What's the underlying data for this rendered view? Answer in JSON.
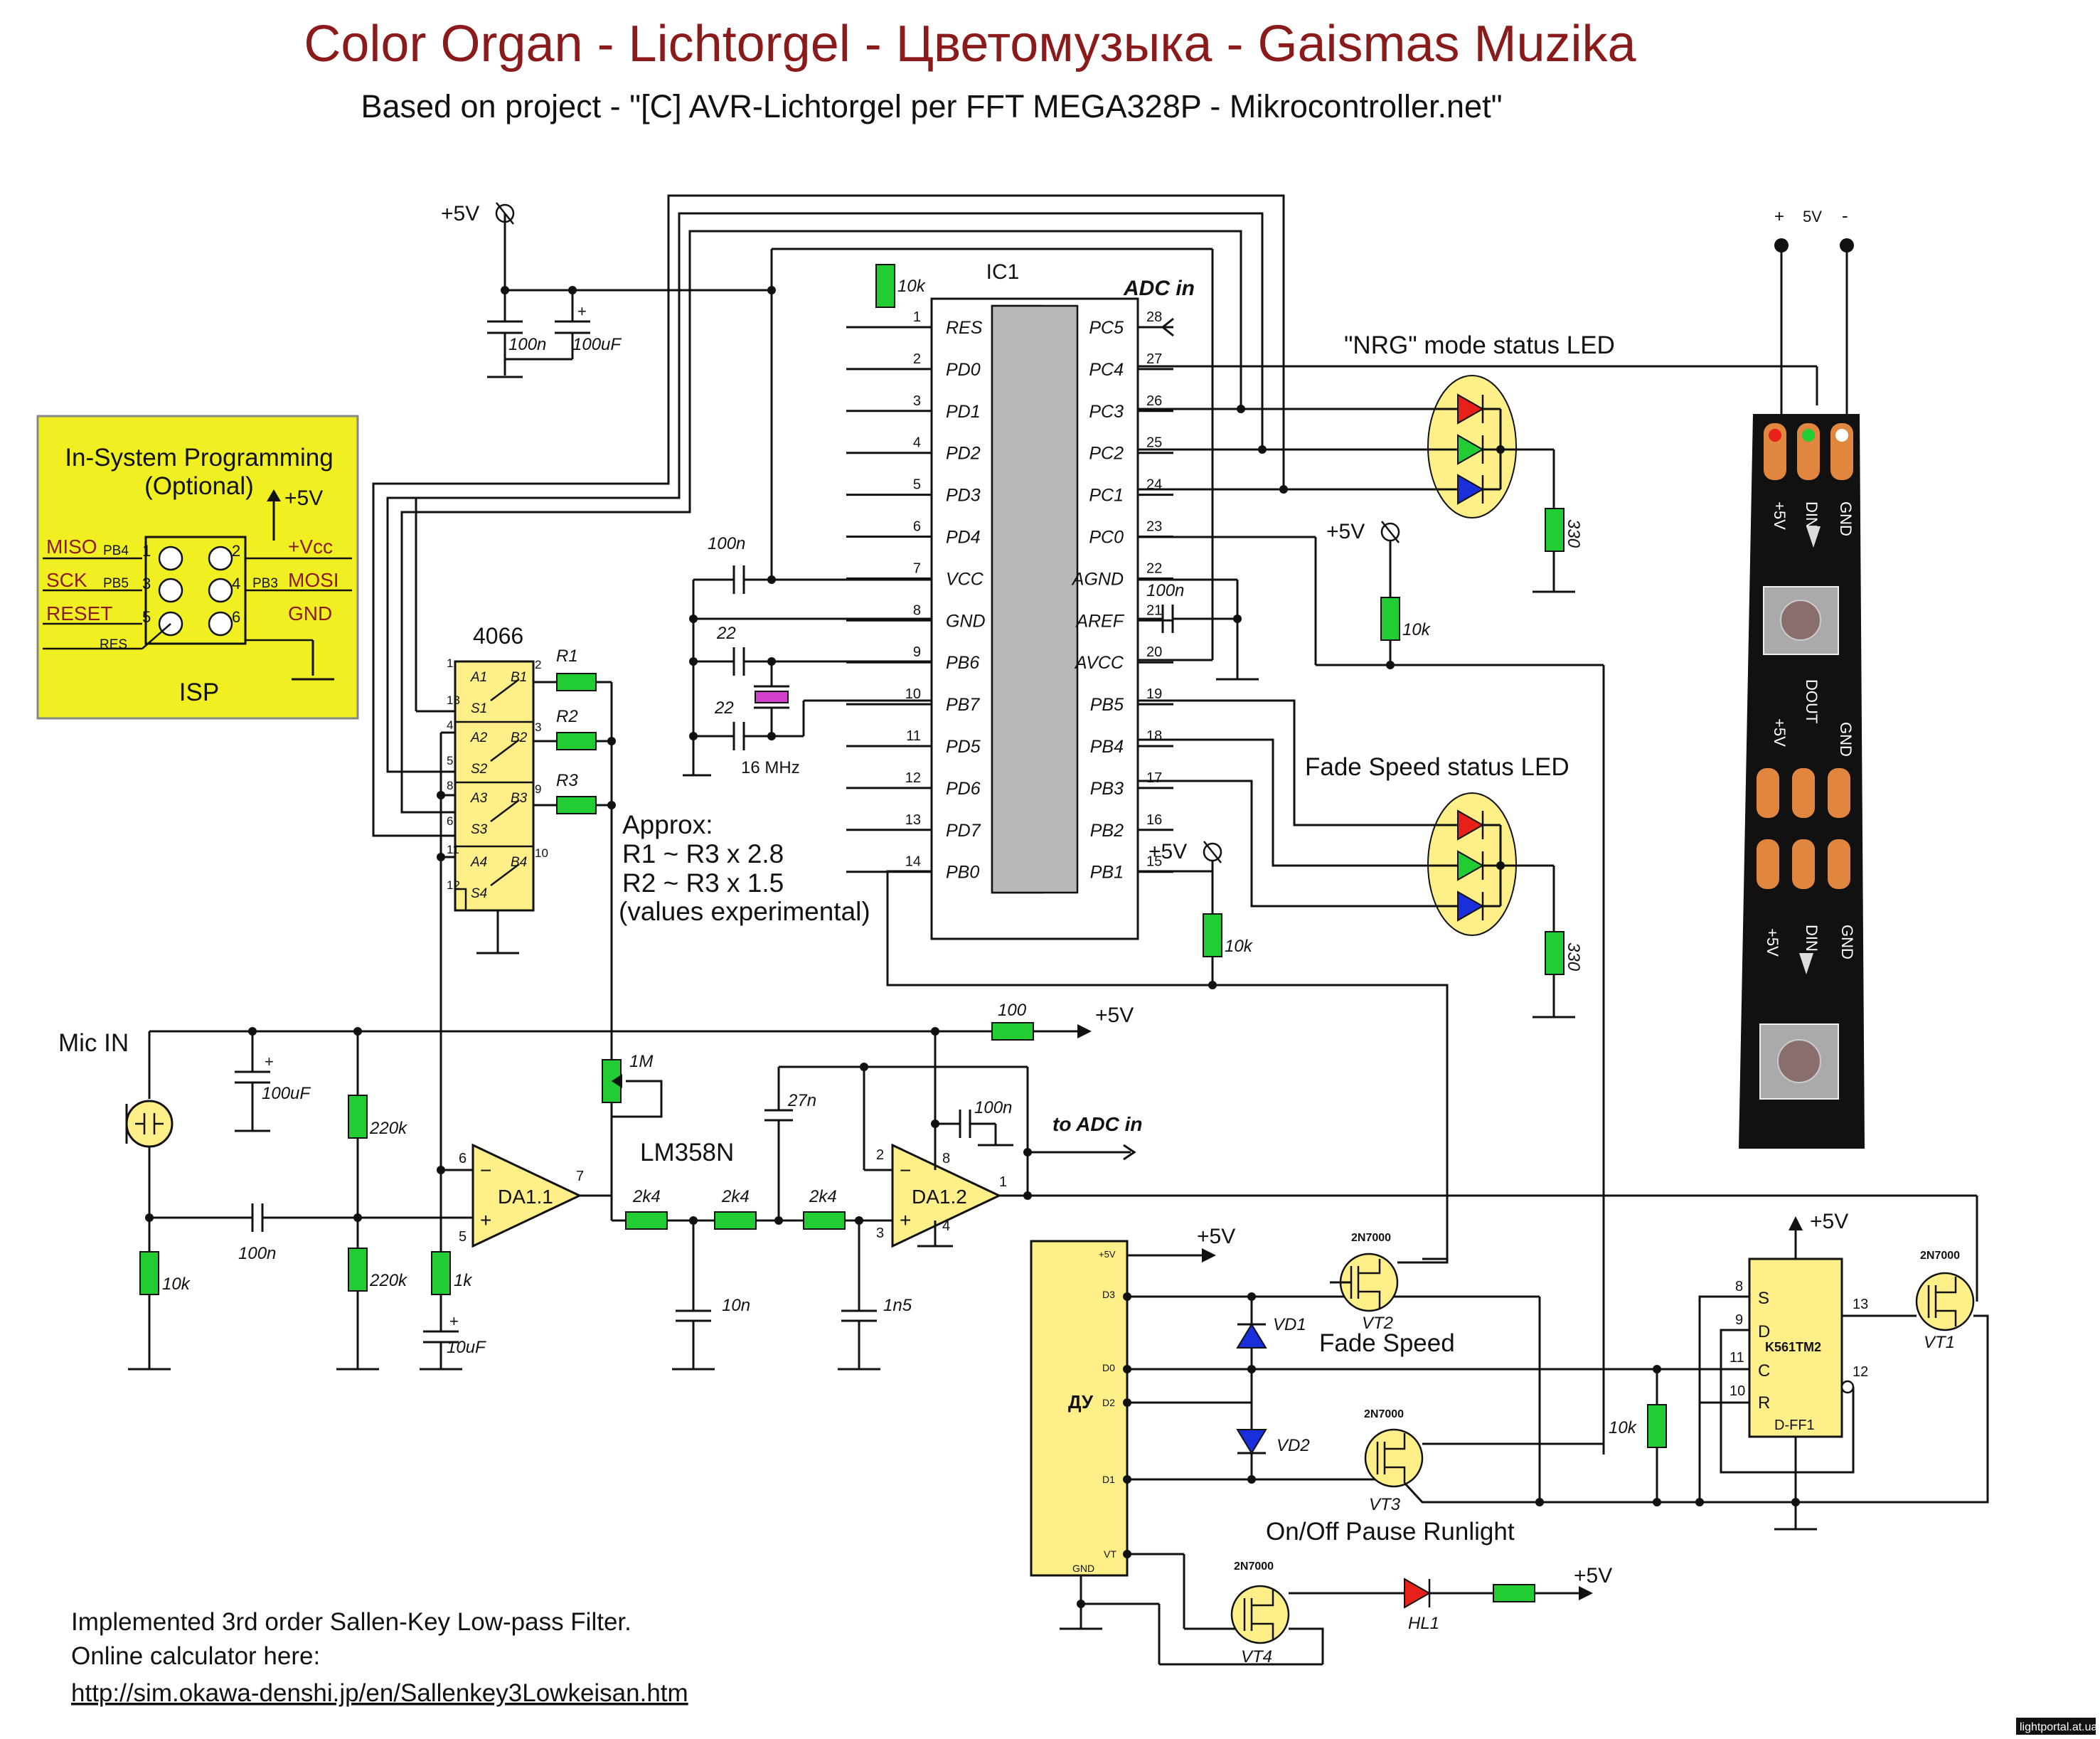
{
  "title": "Color Organ - Lichtorgel - Цветомузыка - Gaismas Muzika",
  "subtitle": "Based on project - \"[C] AVR-Lichtorgel per FFT MEGA328P - Mikrocontroller.net\"",
  "colors": {
    "title": "#8b1a1a",
    "isp_bg": "#f0ef22",
    "chip_yellow": "#ffef88",
    "resistor": "#22cc33",
    "led_red": "#e8201a",
    "led_green": "#22cc33",
    "led_blue": "#1a2fdc",
    "strip": "#111111",
    "strip_pad": "#e0863e"
  },
  "isp": {
    "title1": "In-System Programming",
    "title2": "(Optional)",
    "vcc": "+5V",
    "left": [
      "MISO",
      "SCK",
      "RESET"
    ],
    "left_pins": [
      "PB4",
      "PB5"
    ],
    "res": "RES",
    "right": [
      "+Vcc",
      "MOSI",
      "GND"
    ],
    "right_pin": "PB3",
    "nums": [
      "1",
      "2",
      "3",
      "4",
      "5",
      "6"
    ],
    "name": "ISP"
  },
  "ic1": {
    "name": "IC1",
    "adc": "ADC in",
    "left": [
      [
        "1",
        "RES"
      ],
      [
        "2",
        "PD0"
      ],
      [
        "3",
        "PD1"
      ],
      [
        "4",
        "PD2"
      ],
      [
        "5",
        "PD3"
      ],
      [
        "6",
        "PD4"
      ],
      [
        "7",
        "VCC"
      ],
      [
        "8",
        "GND"
      ],
      [
        "9",
        "PB6"
      ],
      [
        "10",
        "PB7"
      ],
      [
        "11",
        "PD5"
      ],
      [
        "12",
        "PD6"
      ],
      [
        "13",
        "PD7"
      ],
      [
        "14",
        "PB0"
      ]
    ],
    "right": [
      [
        "28",
        "PC5"
      ],
      [
        "27",
        "PC4"
      ],
      [
        "26",
        "PC3"
      ],
      [
        "25",
        "PC2"
      ],
      [
        "24",
        "PC1"
      ],
      [
        "23",
        "PC0"
      ],
      [
        "22",
        "AGND"
      ],
      [
        "21",
        "AREF"
      ],
      [
        "20",
        "AVCC"
      ],
      [
        "19",
        "PB5"
      ],
      [
        "18",
        "PB4"
      ],
      [
        "17",
        "PB3"
      ],
      [
        "16",
        "PB2"
      ],
      [
        "15",
        "PB1"
      ]
    ]
  },
  "sw4066": {
    "name": "4066",
    "a": [
      "A1",
      "A2",
      "A3",
      "A4"
    ],
    "b": [
      "B1",
      "B2",
      "B3",
      "B4"
    ],
    "s": [
      "S1",
      "S2",
      "S3",
      "S4"
    ],
    "lpins": [
      "1",
      "13",
      "4",
      "5",
      "8",
      "6",
      "11",
      "12"
    ],
    "rpins": [
      "2",
      "3",
      "9",
      "10"
    ]
  },
  "labels": {
    "p5": "+5V",
    "c100n": "100n",
    "c100u": "100uF",
    "r10k": "10k",
    "c22": "22",
    "xtal": "16 MHz",
    "r1": "R1",
    "r2": "R2",
    "r3": "R3",
    "approx": [
      "Approx:",
      "R1 ~ R3 x 2.8",
      "R2 ~ R3 x 1.5",
      "(values experimental)"
    ],
    "nrg": "\"NRG\" mode status LED",
    "fade_led": "Fade Speed status LED",
    "r330": "330",
    "mic": "Mic IN",
    "c100u_mic": "100uF",
    "r220k": "220k",
    "r1k": "1k",
    "c10u": "10uF",
    "pot": "1M",
    "opamp": "LM358N",
    "da11": "DA1.1",
    "da12": "DA1.2",
    "r2k4": "2k4",
    "c27n": "27n",
    "c10n": "10n",
    "c1n5": "1n5",
    "r100": "100",
    "to_adc": "to ADC in",
    "du": "ДУ",
    "du_pins": [
      "+5V",
      "D3",
      "D0",
      "D2",
      "D1",
      "VT",
      "GND"
    ],
    "q": "2N7000",
    "vt1": "VT1",
    "vt2": "VT2",
    "vt3": "VT3",
    "vt4": "VT4",
    "vd1": "VD1",
    "vd2": "VD2",
    "hl1": "HL1",
    "fade": "Fade Speed",
    "onoff": "On/Off Pause Runlight",
    "ff": "K561TM2",
    "ffname": "D-FF1",
    "ff_in": [
      "S",
      "D",
      "C",
      "R"
    ],
    "ff_pins": [
      "8",
      "9",
      "11",
      "10",
      "13",
      "12"
    ],
    "opamp_pins": [
      "6",
      "5",
      "7",
      "2",
      "3",
      "8",
      "4",
      "1"
    ],
    "strip_top": [
      "+",
      "5V",
      "-"
    ],
    "strip_txt": [
      "+5V",
      "DIN",
      "GND",
      "DOUT",
      "+5V",
      "GND",
      "+5V",
      "DIN",
      "GND"
    ]
  },
  "footer": [
    "Implemented 3rd order Sallen-Key Low-pass Filter.",
    "Online calculator here:",
    "http://sim.okawa-denshi.jp/en/Sallenkey3Lowkeisan.htm"
  ],
  "watermark": "lightportal.at.ua"
}
